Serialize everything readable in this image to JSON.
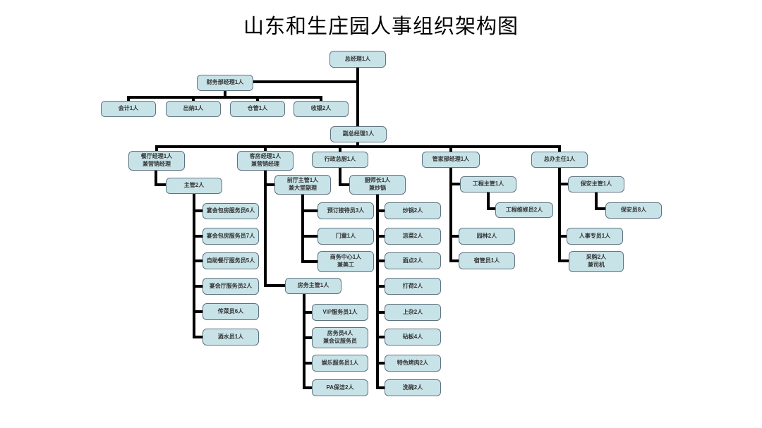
{
  "title": "山东和生庄园人事组织架构图",
  "colors": {
    "box_fill": "#c8e3e8",
    "box_border": "#5f7280",
    "connector": "#000000",
    "title_text": "#000000",
    "box_text": "#333333"
  },
  "org": {
    "nodes": [
      {
        "id": "general-manager",
        "label": "总经理1人",
        "parent": null
      },
      {
        "id": "finance-manager",
        "label": "财务部经理1人",
        "parent": "general-manager"
      },
      {
        "id": "accountant",
        "label": "会计1人",
        "parent": "finance-manager"
      },
      {
        "id": "cashier-chuna",
        "label": "出纳1人",
        "parent": "finance-manager"
      },
      {
        "id": "warehouse-keeper",
        "label": "仓管1人",
        "parent": "finance-manager"
      },
      {
        "id": "cashier-shouyin",
        "label": "收银2人",
        "parent": "finance-manager"
      },
      {
        "id": "deputy-general-manager",
        "label": "副总经理1人",
        "parent": "general-manager"
      },
      {
        "id": "restaurant-manager",
        "label": "餐厅经理1人\n兼营销经理",
        "parent": "deputy-general-manager"
      },
      {
        "id": "room-manager",
        "label": "客房经理1人\n兼营销经理",
        "parent": "deputy-general-manager"
      },
      {
        "id": "executive-chef",
        "label": "行政总厨1人",
        "parent": "deputy-general-manager"
      },
      {
        "id": "housekeeping-manager",
        "label": "管家部经理1人",
        "parent": "deputy-general-manager"
      },
      {
        "id": "office-director",
        "label": "总办主任1人",
        "parent": "deputy-general-manager"
      },
      {
        "id": "restaurant-supervisor",
        "label": "主管2人",
        "parent": "restaurant-manager"
      },
      {
        "id": "banquet-room-server-6",
        "label": "宴会包房服务员6人",
        "parent": "restaurant-supervisor"
      },
      {
        "id": "banquet-room-server-7",
        "label": "宴会包房服务员7人",
        "parent": "restaurant-supervisor"
      },
      {
        "id": "buffet-restaurant-server",
        "label": "自助餐厅服务员5人",
        "parent": "restaurant-supervisor"
      },
      {
        "id": "banquet-hall-server",
        "label": "宴会厅服务员2人",
        "parent": "restaurant-supervisor"
      },
      {
        "id": "food-runner",
        "label": "传菜员6人",
        "parent": "restaurant-supervisor"
      },
      {
        "id": "beverage-server",
        "label": "酒水员1人",
        "parent": "restaurant-supervisor"
      },
      {
        "id": "front-office-supervisor",
        "label": "前厅主管1人\n兼大堂副理",
        "parent": "room-manager"
      },
      {
        "id": "reservation-receptionist",
        "label": "预订接待员3人",
        "parent": "front-office-supervisor"
      },
      {
        "id": "doorman",
        "label": "门童1人",
        "parent": "front-office-supervisor"
      },
      {
        "id": "business-center",
        "label": "商务中心1人\n兼美工",
        "parent": "front-office-supervisor"
      },
      {
        "id": "room-service-supervisor",
        "label": "房务主管1人",
        "parent": "room-manager"
      },
      {
        "id": "vip-server",
        "label": "VIP服务员1人",
        "parent": "room-service-supervisor"
      },
      {
        "id": "room-attendant",
        "label": "房务员4人\n兼会议服务员",
        "parent": "room-service-supervisor"
      },
      {
        "id": "entertainment-server",
        "label": "娱乐服务员1人",
        "parent": "room-service-supervisor"
      },
      {
        "id": "pa-cleaner",
        "label": "PA保洁2人",
        "parent": "room-service-supervisor"
      },
      {
        "id": "head-chef",
        "label": "厨师长1人\n兼炒锅",
        "parent": "executive-chef"
      },
      {
        "id": "wok-cook",
        "label": "炒锅2人",
        "parent": "head-chef"
      },
      {
        "id": "cold-dish-cook",
        "label": "凉菜2人",
        "parent": "head-chef"
      },
      {
        "id": "pastry-cook",
        "label": "面点2人",
        "parent": "head-chef"
      },
      {
        "id": "kitchen-helper",
        "label": "打荷2人",
        "parent": "head-chef"
      },
      {
        "id": "misc-cook",
        "label": "上杂2人",
        "parent": "head-chef"
      },
      {
        "id": "chopping-board-cook",
        "label": "砧板4人",
        "parent": "head-chef"
      },
      {
        "id": "bbq-cook",
        "label": "特色烤肉2人",
        "parent": "head-chef"
      },
      {
        "id": "dishwasher",
        "label": "洗碗2人",
        "parent": "head-chef"
      },
      {
        "id": "engineering-supervisor",
        "label": "工程主管1人",
        "parent": "housekeeping-manager"
      },
      {
        "id": "maintenance-worker",
        "label": "工程维修员2人",
        "parent": "engineering-supervisor"
      },
      {
        "id": "landscaper",
        "label": "园林2人",
        "parent": "housekeeping-manager"
      },
      {
        "id": "dorm-manager",
        "label": "宿管员1人",
        "parent": "housekeeping-manager"
      },
      {
        "id": "security-supervisor",
        "label": "保安主管1人",
        "parent": "office-director"
      },
      {
        "id": "security-guard",
        "label": "保安员8人",
        "parent": "security-supervisor"
      },
      {
        "id": "hr-specialist",
        "label": "人事专员1人",
        "parent": "office-director"
      },
      {
        "id": "procurement",
        "label": "采购2人\n兼司机",
        "parent": "office-director"
      }
    ]
  }
}
